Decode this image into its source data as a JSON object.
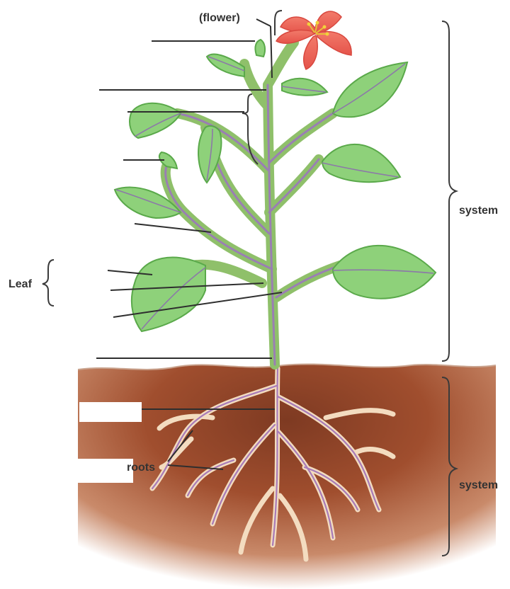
{
  "labels": {
    "flower": "(flower)",
    "leaf": "Leaf",
    "roots": "roots",
    "shoot_system": "system",
    "root_system": "system"
  },
  "colors": {
    "soil": "#9a4a2c",
    "leaf_fill": "#8ed17a",
    "stem": "#8fc06a",
    "vein": "#8c79a8",
    "petal": "#f06a5c",
    "root": "#f3dcc0"
  }
}
